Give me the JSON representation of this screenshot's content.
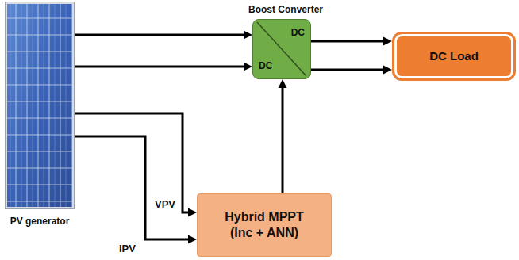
{
  "diagram": {
    "nodes": [
      {
        "text": [
          "PV generator"
        ]
      },
      {
        "text": [
          "Boost Converter",
          "DC",
          "DC"
        ]
      },
      {
        "text": [
          "DC Load"
        ]
      },
      {
        "text": [
          "Hybrid MPPT (Inc + ANN)"
        ]
      }
    ],
    "edges": [
      {
        "from": 0,
        "to": 1,
        "arrow": "to"
      },
      {
        "from": 0,
        "to": 1,
        "arrow": "to"
      },
      {
        "from": 1,
        "to": 2,
        "arrow": "to"
      },
      {
        "from": 1,
        "to": 2,
        "arrow": "to"
      },
      {
        "from": 0,
        "to": 3,
        "label": "VPV",
        "arrow": "to"
      },
      {
        "from": 0,
        "to": 3,
        "label": "IPV",
        "arrow": "to"
      },
      {
        "from": 3,
        "to": 1,
        "arrow": "to"
      }
    ]
  }
}
